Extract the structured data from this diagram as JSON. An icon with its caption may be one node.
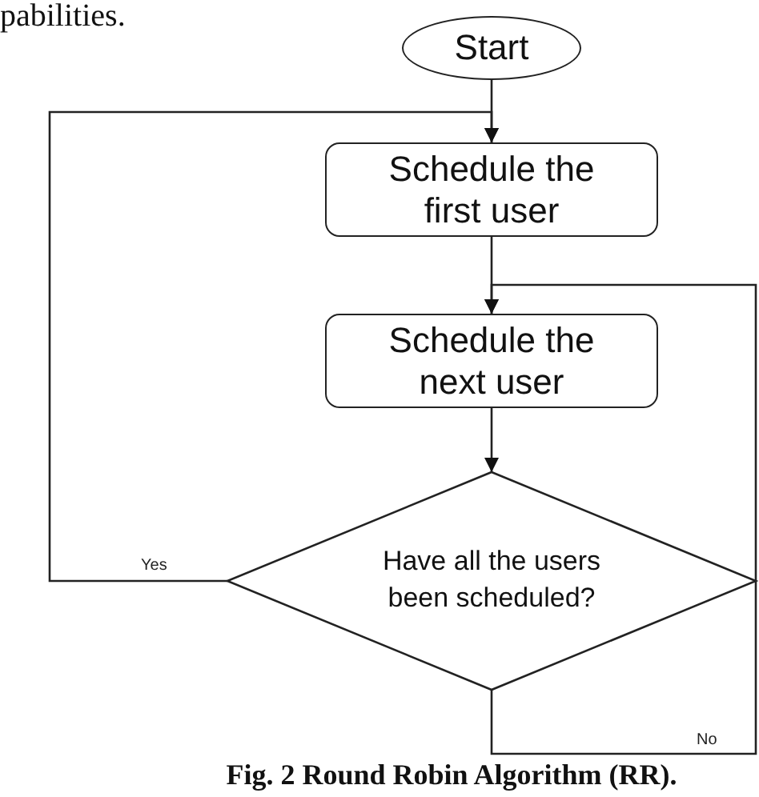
{
  "diagram": {
    "caption": "Fig. 2 Round Robin Algorithm (RR).",
    "nodes": [
      {
        "text": [
          "Start"
        ]
      },
      {
        "text": [
          "Schedule the first user"
        ]
      },
      {
        "text": [
          "Schedule the next user"
        ]
      },
      {
        "text": [
          "Have all the users been scheduled?"
        ]
      }
    ],
    "edges": [
      {
        "from": 0,
        "to": 1,
        "arrow": "to"
      },
      {
        "from": 1,
        "to": 2,
        "arrow": "to"
      },
      {
        "from": 2,
        "to": 3,
        "arrow": "to"
      },
      {
        "from": 3,
        "to": 1,
        "arrow": "to",
        "label": "Yes"
      },
      {
        "from": 3,
        "to": 2,
        "arrow": "to",
        "label": "No"
      }
    ],
    "labels": [
      "pabilities."
    ]
  }
}
